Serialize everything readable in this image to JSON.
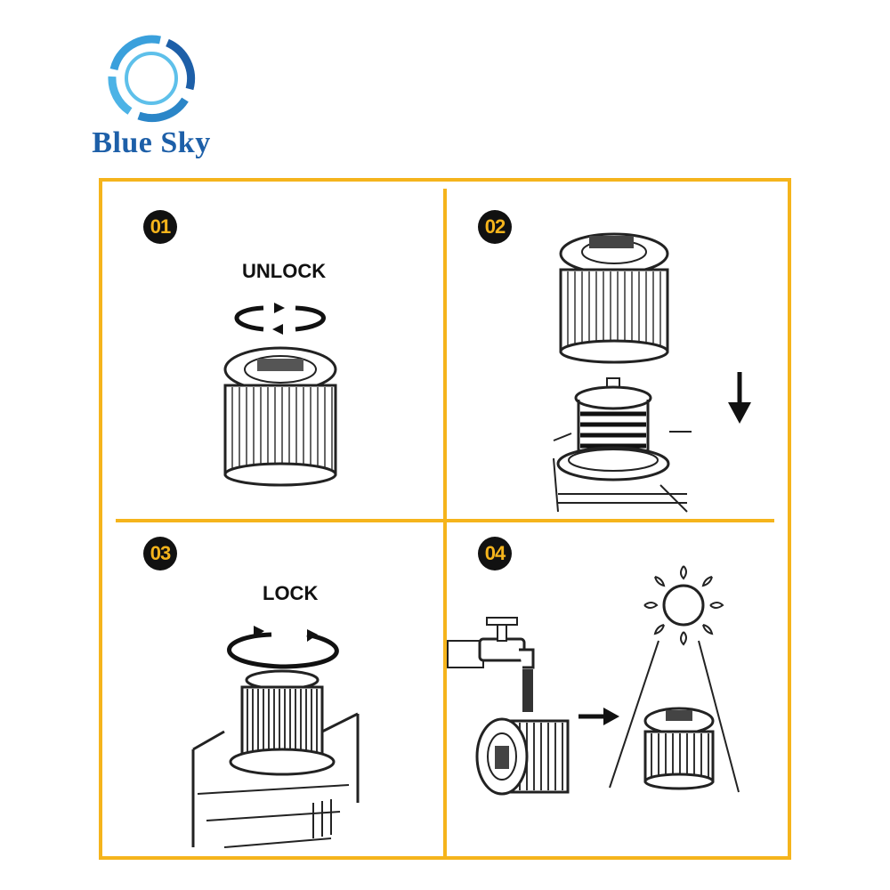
{
  "brand": {
    "name": "Blue Sky",
    "logo_color": "#1d5fa8"
  },
  "accent_color": "#f5b41c",
  "steps": [
    {
      "number": "01",
      "label": "UNLOCK"
    },
    {
      "number": "02",
      "label": ""
    },
    {
      "number": "03",
      "label": "LOCK"
    },
    {
      "number": "04",
      "label": ""
    }
  ]
}
